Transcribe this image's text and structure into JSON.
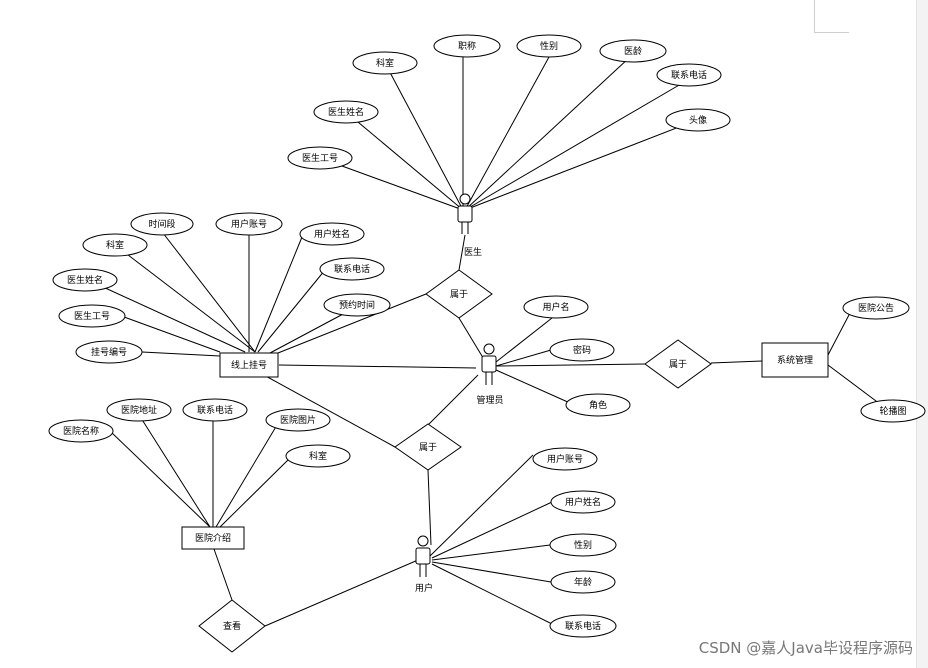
{
  "diagram": {
    "entities": {
      "doctor_actor": "医生",
      "admin_actor": "管理员",
      "user_actor": "用户",
      "online_registration": "线上挂号",
      "system_management": "系统管理",
      "hospital_intro": "医院介绍"
    },
    "relations": {
      "belongs_doctor": "属于",
      "belongs_system": "属于",
      "belongs_user": "属于",
      "view": "查看"
    },
    "attributes": {
      "doctor_dept": "科室",
      "doctor_title": "职称",
      "doctor_gender": "性别",
      "doctor_age": "医龄",
      "doctor_phone": "联系电话",
      "doctor_avatar": "头像",
      "doctor_name": "医生姓名",
      "doctor_id": "医生工号",
      "reg_time_slot": "时间段",
      "reg_dept": "科室",
      "reg_user_account": "用户账号",
      "reg_user_name": "用户姓名",
      "reg_phone": "联系电话",
      "reg_appt_time": "预约时间",
      "reg_doctor_name": "医生姓名",
      "reg_doctor_id": "医生工号",
      "reg_number": "挂号编号",
      "admin_username": "用户名",
      "admin_password": "密码",
      "admin_role": "角色",
      "sys_notice": "医院公告",
      "sys_carousel": "轮播图",
      "hosp_address": "医院地址",
      "hosp_phone": "联系电话",
      "hosp_photo": "医院图片",
      "hosp_name": "医院名称",
      "hosp_dept": "科室",
      "user_account": "用户账号",
      "user_name": "用户姓名",
      "user_gender": "性别",
      "user_age": "年龄",
      "user_phone": "联系电话"
    }
  },
  "watermark": "CSDN @嘉人Java毕设程序源码"
}
